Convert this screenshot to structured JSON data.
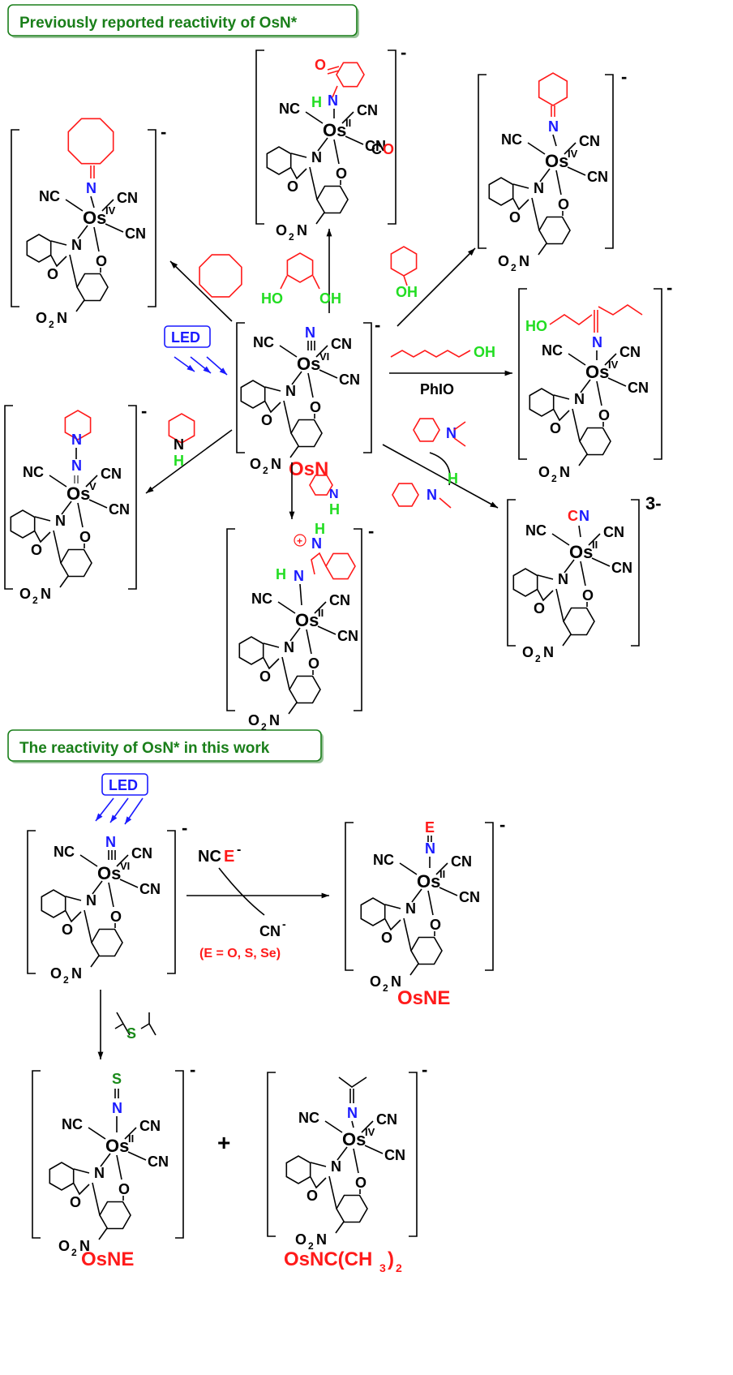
{
  "colors": {
    "green_box": "#1a7f1a",
    "black": "#000000",
    "red": "#ff1a1a",
    "blue": "#1a1aff",
    "bright_green": "#22dd22",
    "dark_green": "#1a8a1a"
  },
  "section_titles": {
    "previous": "Previously reported reactivity of OsN*",
    "this_work": "The reactivity of OsN* in this work"
  },
  "ligand": {
    "nc": "NC",
    "cn": "CN",
    "os": "Os",
    "n": "N",
    "o": "O",
    "no2": "O",
    "no2_sub": "2",
    "no2_n": "N"
  },
  "oxidation": {
    "vi": "VI",
    "iv": "IV",
    "ii": "II",
    "v": "V"
  },
  "charges": {
    "minus": "-",
    "three_minus": "3-"
  },
  "center": {
    "name": "OsN",
    "led": "LED"
  },
  "reagents": {
    "phenol_ho": "HO",
    "phenol_oh": "OH",
    "cyclohexanol_oh": "OH",
    "octanol_oh": "OH",
    "phio": "PhIO",
    "piperidine_n": "N",
    "piperidine_h": "H",
    "indole_n": "N",
    "indole_h": "H",
    "dma_n": "N",
    "nma_n": "N",
    "nma_h": "H"
  },
  "products": {
    "hydroxy_ho": "HO",
    "enone_o": "O",
    "enone_h": "H",
    "enone_n": "N",
    "enone_co_c": "C",
    "enone_co_o": "O",
    "indole_plus": "+",
    "indole_nh_h": "H",
    "indole_n": "N",
    "indole_h": "H",
    "indole_n2": "N",
    "cyanide_c": "C",
    "cyanide_n": "N",
    "pip_n1": "N",
    "pip_n2": "N"
  },
  "bottom": {
    "led": "LED",
    "nce": "NC",
    "nce_e": "E",
    "nce_minus": "-",
    "cn_out": "CN",
    "cn_out_minus": "-",
    "e_note": "(E = O, S, Se)",
    "osne_e": "E",
    "osne_n": "N",
    "osne_label": "OsNE",
    "thio_s": "S",
    "prod_s": "S",
    "prod_n": "N",
    "prod_label": "OsNE",
    "plus": "+",
    "imine_n": "N",
    "imine_label": "OsNC(CH",
    "imine_label_sub": "3",
    "imine_label_end": ")",
    "imine_label_sub2": "2"
  }
}
